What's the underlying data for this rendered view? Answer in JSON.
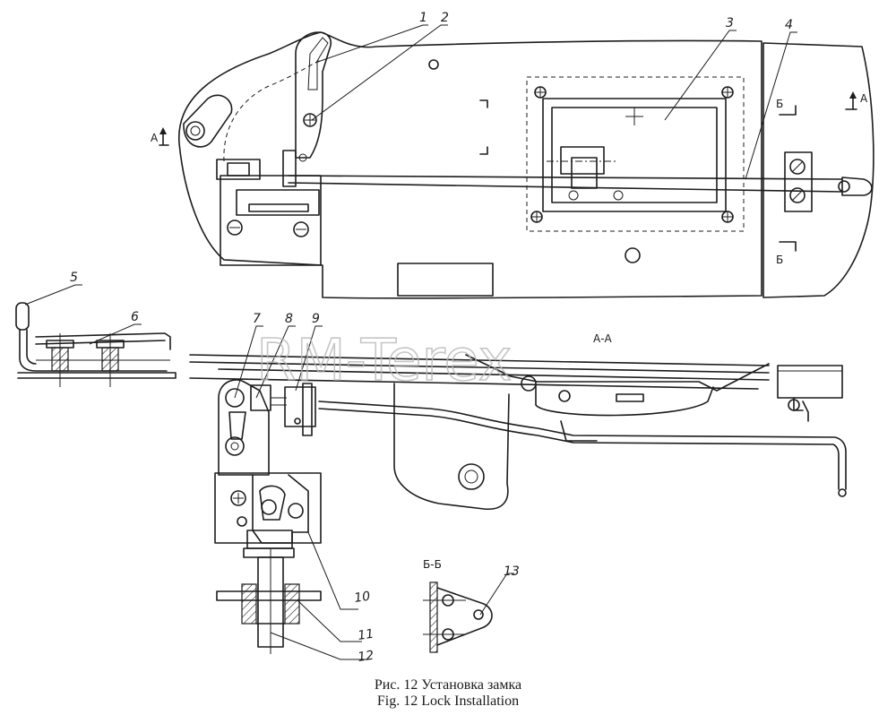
{
  "caption": {
    "ru": "Рис. 12 Установка замка",
    "en": "Fig. 12 Lock Installation"
  },
  "watermark": "RM-Terex",
  "callouts": [
    "1",
    "2",
    "3",
    "4",
    "5",
    "6",
    "7",
    "8",
    "9",
    "10",
    "11",
    "12",
    "13"
  ],
  "section_labels": {
    "a_left": "А",
    "a_right": "А",
    "b_top": "Б",
    "b_bottom": "Б",
    "section_aa": "А-А",
    "section_bb": "Б-Б"
  }
}
